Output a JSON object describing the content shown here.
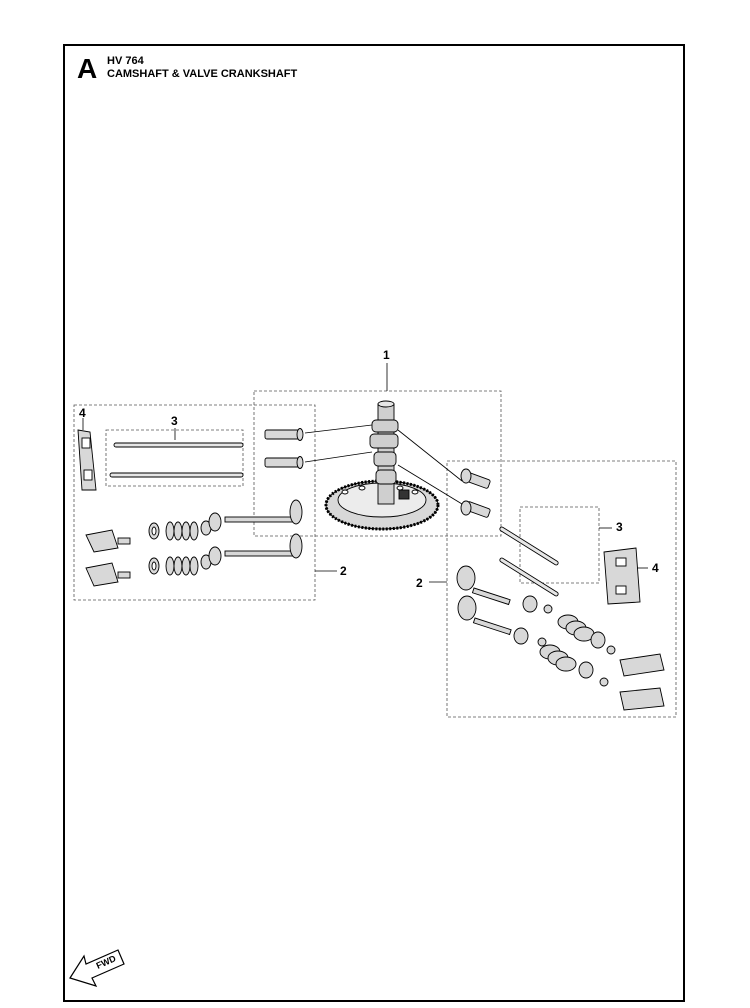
{
  "header": {
    "section_letter": "A",
    "model": "HV 764",
    "title": "CAMSHAFT & VALVE CRANKSHAFT"
  },
  "callouts": {
    "camshaft": "1",
    "valve_group_left": "2",
    "valve_group_right": "2",
    "pushrods_left": "3",
    "pushrods_right": "3",
    "plate_left": "4",
    "plate_right": "4"
  },
  "fwd_label": "FWD",
  "colors": {
    "line": "#000000",
    "part_fill": "#d8d8d8",
    "dark_fill": "#8a8a8a"
  }
}
